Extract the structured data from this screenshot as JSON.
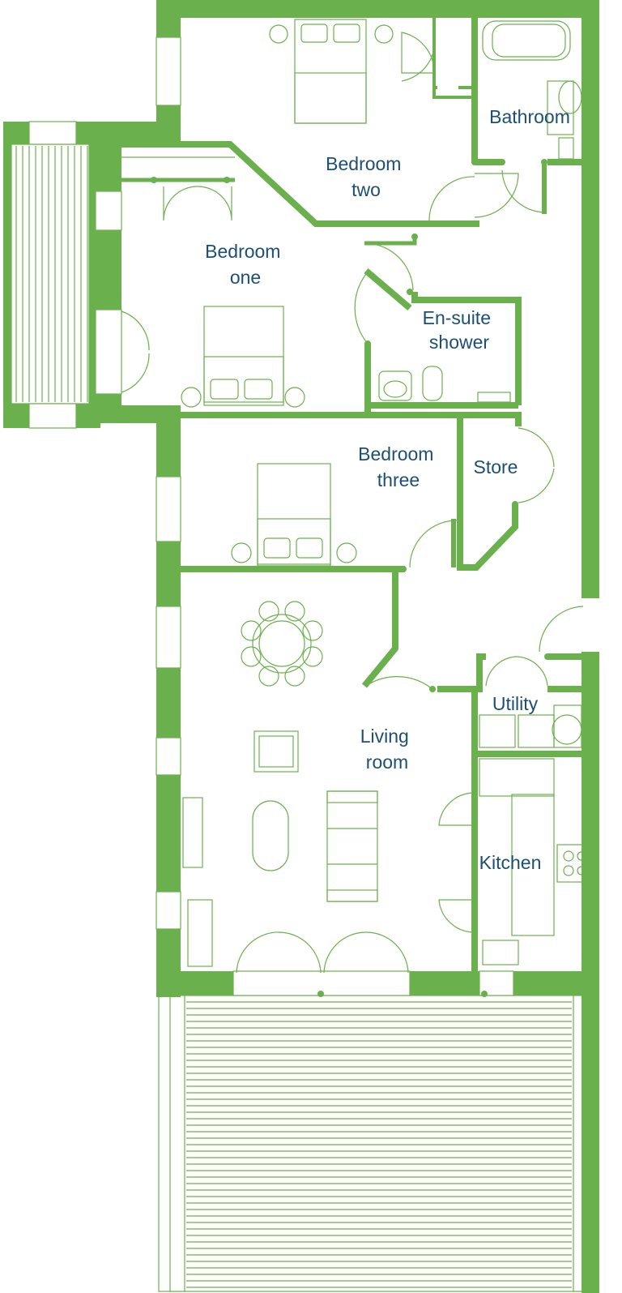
{
  "rooms": {
    "bedroom_two": [
      "Bedroom",
      "two"
    ],
    "bathroom": [
      "Bathroom"
    ],
    "bedroom_one": [
      "Bedroom",
      "one"
    ],
    "ensuite": [
      "En-suite",
      "shower"
    ],
    "bedroom_three": [
      "Bedroom",
      "three"
    ],
    "store": [
      "Store"
    ],
    "utility": [
      "Utility"
    ],
    "living_room": [
      "Living",
      "room"
    ],
    "kitchen": [
      "Kitchen"
    ]
  },
  "colors": {
    "wall": "#6ab04c",
    "label": "#1d4f73",
    "background": "#ffffff"
  }
}
